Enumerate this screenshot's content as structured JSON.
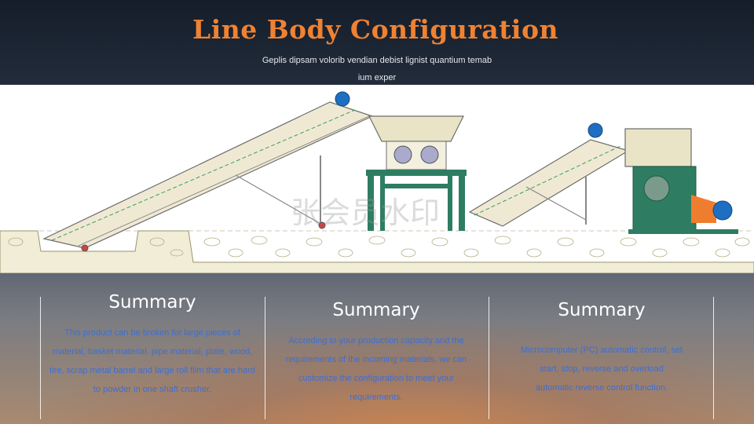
{
  "header": {
    "title": "Line Body Configuration",
    "subtitle": "Geplis dipsam volorib vendian debist lignist quantium temab ium exper"
  },
  "diagram": {
    "watermark": "张会员水印",
    "colors": {
      "frame": "#2e7d62",
      "hopper": "#e9e4c6",
      "conveyor": "#efe9d4",
      "motor": "#1e6fc2",
      "orange": "#ef7d2f"
    }
  },
  "summaries": [
    {
      "title": "Summary",
      "body": "This product can be broken for large pieces of material, basket material, pipe material, plate, wood, tire, scrap metal barrel and large roll film that are hard to powder in one shaft crusher."
    },
    {
      "title": "Summary",
      "body": "According to your production capacity and the requirements of the incoming materials, we can customize the configuration to meet your requirements."
    },
    {
      "title": "Summary",
      "body": "Microcomputer (PC) automatic control, set start, stop, reverse and overload automatic reverse control function."
    }
  ]
}
